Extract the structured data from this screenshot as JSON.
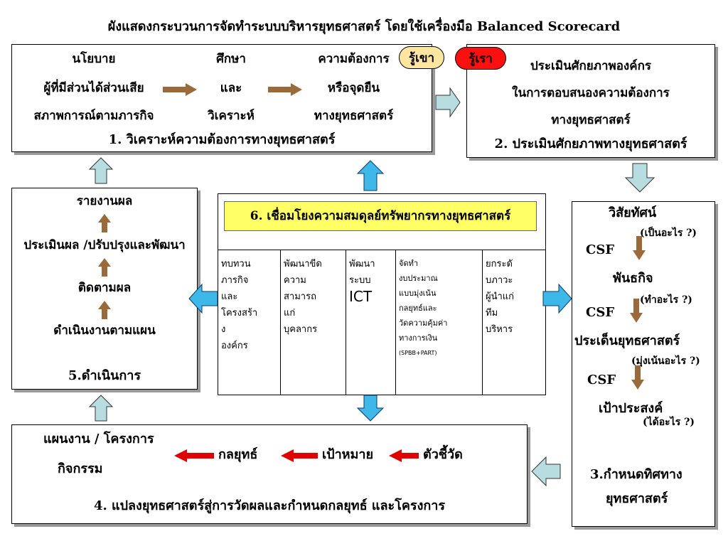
{
  "title": "ผังแสดงกระบวนการจัดทำระบบบริหารยุทธศาสตร์ โดยใช้เครื่องมือ Balanced Scorecard",
  "step1": {
    "col1": [
      "นโยบาย",
      "ผู้ที่มีส่วนได้ส่วนเสีย",
      "สภาพการณ์ตามภารกิจ"
    ],
    "col2": [
      "ศึกษา",
      "และ",
      "วิเคราะห์"
    ],
    "col3": [
      "ความต้องการ",
      "หรือจุดยืน",
      "ทางยุทธศาสตร์"
    ],
    "label": "1. วิเคราะห์ความต้องการทางยุทธศาสตร์",
    "badge_know_them": "รู้เขา"
  },
  "step2": {
    "badge_know_us": "รู้เรา",
    "lines": [
      "ประเมินศักยภาพองค์กร",
      "ในการตอบสนองความต้องการ",
      "ทางยุทธศาสตร์"
    ],
    "label": "2. ประเมินศักยภาพทางยุทธศาสตร์"
  },
  "step3": {
    "vision": "วิสัยทัศน์",
    "q1": "(เป็นอะไร ?)",
    "csf": "CSF",
    "mission": "พันธกิจ",
    "q2": "(ทำอะไร ?)",
    "issues": "ประเด็นยุทธศาสตร์",
    "q3": "(มุ่งเน้นอะไร ?)",
    "goals": "เป้าประสงค์",
    "q4": "(ได้อะไร ?)",
    "label_line1": "3.กำหนดทิศทาง",
    "label_line2": "ยุทธศาสตร์"
  },
  "step4": {
    "plan_line1": "แผนงาน / โครงการ",
    "plan_line2": "กิจกรรม",
    "strategy": "กลยุทธ์",
    "target": "เป้าหมาย",
    "indicator": "ตัวชี้วัด",
    "label": "4. แปลงยุทธศาสตร์สู่การวัดผลและกำหนดกลยุทธ์ และโครงการ"
  },
  "step5": {
    "items": [
      "รายงานผล",
      "ประเมินผล /ปรับปรุงและพัฒนา",
      "ติดตามผล",
      "ดำเนินงานตามแผน"
    ],
    "label": "5.ดำเนินการ"
  },
  "step6": {
    "label": "6. เชื่อมโยงความสมดุลย์ทรัพยากรทางยุทธศาสตร์",
    "columns": [
      [
        "ทบทวน",
        "ภารกิจ",
        "และ",
        "โครงสร้า",
        "ง",
        "องค์กร"
      ],
      [
        "พัฒนาขีด",
        "ความ",
        "สามารถ",
        "แก่",
        "บุคลากร"
      ],
      [
        "พัฒนา",
        "ระบบ",
        "ICT"
      ],
      [
        "จัดทำ",
        "งบประมาณ",
        "แบบมุ่งเน้น",
        "กลยุทธ์และ",
        "วัดความคุ้มค่า",
        "ทางการเงิน",
        "(SPBB+PART)"
      ],
      [
        "ยกระดั",
        "บภาวะ",
        "ผู้นำแก่",
        "ทีม",
        "บริหาร"
      ]
    ]
  },
  "colors": {
    "arrow_brown": "#9B6A3A",
    "arrow_red": "#E00000",
    "arrow_blue": "#3DB8E8",
    "arrow_light": "#B7DDE0",
    "highlight_yellow": "#FFFF66",
    "badge_know_them": "#FFE6A0",
    "badge_know_us": "#FF1010"
  }
}
